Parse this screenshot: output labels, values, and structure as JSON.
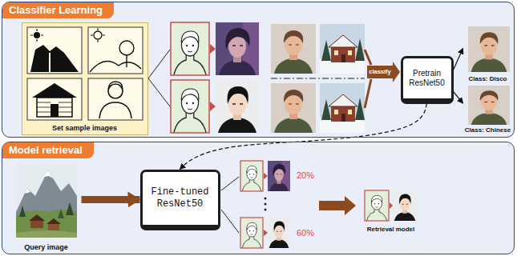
{
  "diagram": {
    "nodes": [
      {
        "text": [
          "Classifier Learning"
        ]
      },
      {
        "text": [
          "Set sample images"
        ],
        "in": 0
      },
      {
        "text": [
          "Pretrain ResNet50"
        ],
        "in": 0
      },
      {
        "text": [
          "Class: Disco"
        ],
        "in": 0
      },
      {
        "text": [
          "Class: Chinese"
        ],
        "in": 0
      },
      {
        "text": [
          "Model retrieval"
        ]
      },
      {
        "text": [
          "Query image"
        ],
        "in": 5
      },
      {
        "text": [
          "Fine-tuned ResNet50"
        ],
        "in": 5
      },
      {
        "text": [
          "Retrieval model"
        ],
        "in": 5
      }
    ],
    "edges": [
      {
        "from": 2,
        "to": 3,
        "arrow": "to"
      },
      {
        "from": 2,
        "to": 4,
        "arrow": "to"
      },
      {
        "from": 2,
        "to": 7,
        "arrow": "to"
      },
      {
        "from": 6,
        "to": 7,
        "arrow": "to"
      }
    ],
    "labels": [
      "classify",
      "20%",
      "60%"
    ]
  }
}
